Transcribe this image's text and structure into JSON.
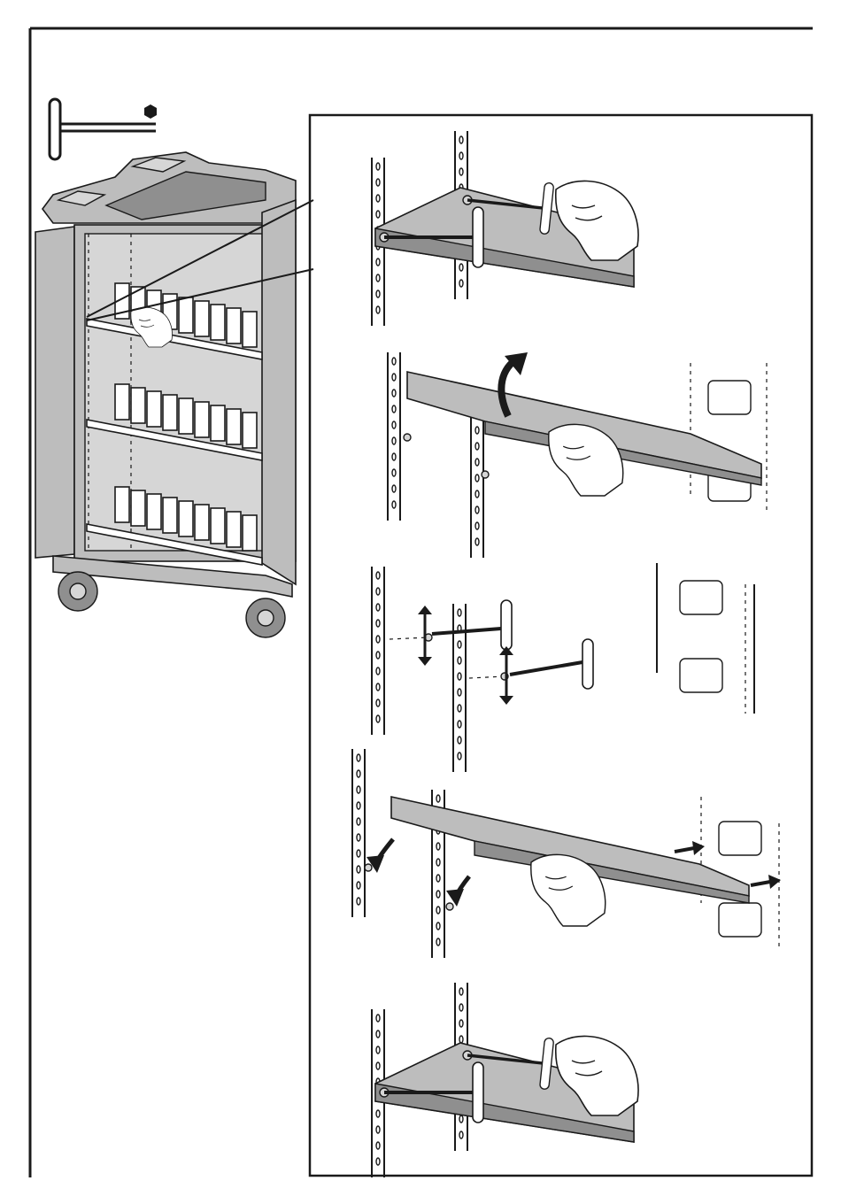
{
  "figure": {
    "tool_icon": "hex-t-key-icon",
    "overview": "cart-overview",
    "steps": [
      {
        "icon": "tighten-screws-step"
      },
      {
        "icon": "lift-shelf-step"
      },
      {
        "icon": "adjust-screws-step"
      },
      {
        "icon": "lower-shelf-step"
      },
      {
        "icon": "retighten-screws-step"
      }
    ]
  },
  "colors": {
    "line": "#1a1a1a",
    "metal": "#bdbdbd",
    "metal_light": "#d6d6d6",
    "metal_dark": "#8f8f8f",
    "background": "#ffffff"
  }
}
